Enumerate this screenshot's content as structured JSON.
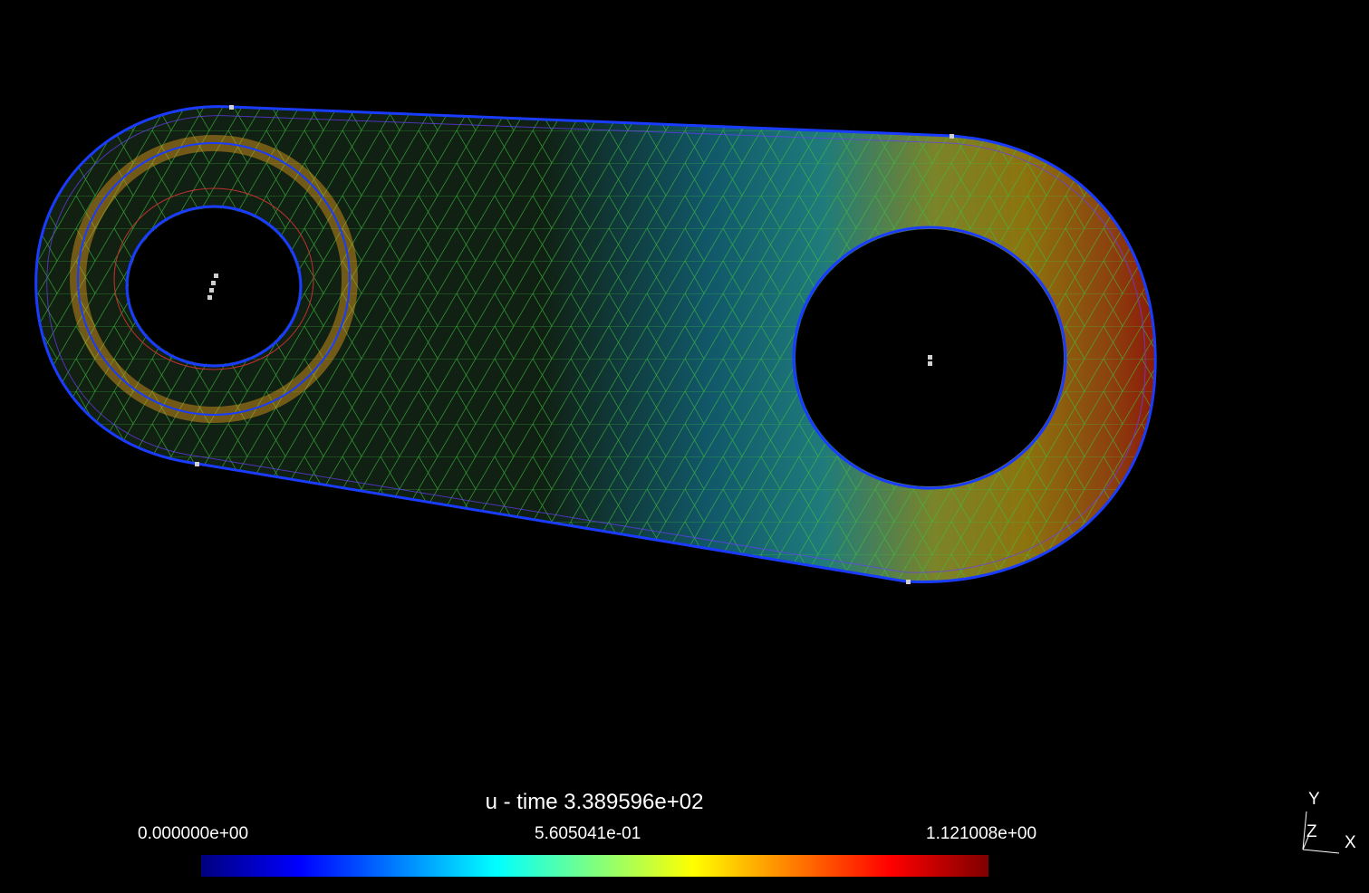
{
  "legend": {
    "title": "u - time 3.389596e+02",
    "min_label": "0.000000e+00",
    "mid_label": "5.605041e-01",
    "max_label": "1.121008e+00",
    "colormap": [
      "#00007f",
      "#0000ff",
      "#007fff",
      "#00ffff",
      "#7fff7f",
      "#ffff00",
      "#ff7f00",
      "#ff0000",
      "#7f0000"
    ]
  },
  "axes": {
    "x_label": "X",
    "y_label": "Y",
    "z_label": "Z"
  },
  "scene": {
    "background": "#000000",
    "outline_color": "#1a3cff",
    "mesh_color": "#3fbf3f"
  }
}
